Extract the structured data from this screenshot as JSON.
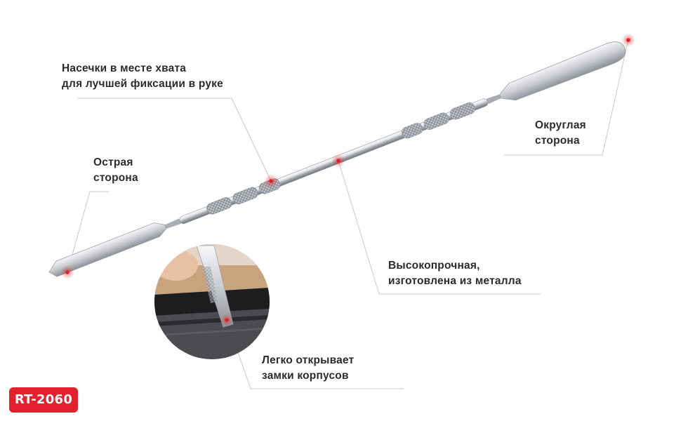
{
  "labels": {
    "notches": {
      "line1": "Насечки в месте хвата",
      "line2": "для лучшей фиксации в руке"
    },
    "sharp_side": {
      "line1": "Острая",
      "line2": "сторона"
    },
    "round_side": {
      "line1": "Округлая",
      "line2": "сторона"
    },
    "high_strength": {
      "line1": "Высокопрочная,",
      "line2": "изготовлена из металла"
    },
    "opens_latches": {
      "line1": "Легко открывает",
      "line2": "замки корпусов"
    }
  },
  "badge": {
    "model": "RT-2060"
  },
  "colors": {
    "accent": "#e3202c",
    "leader_line": "#c8c8c8",
    "text": "#2b2b2b",
    "metal_light": "#f2f3f5",
    "metal_dark": "#8a8f96"
  },
  "icons": [
    "callout-dot-icon"
  ]
}
